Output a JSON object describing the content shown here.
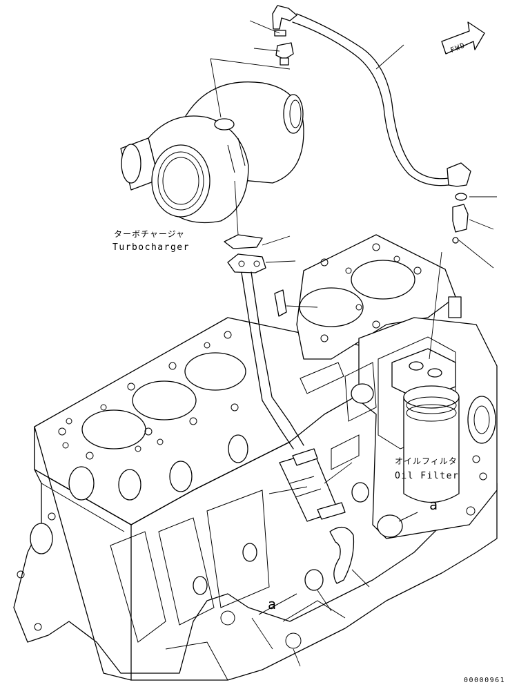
{
  "labels": {
    "fwd": "FWD",
    "turbocharger_jp": "ターボチャージャ",
    "turbocharger_en": "Turbocharger",
    "oil_filter_jp": "オイルフィルタ",
    "oil_filter_en": "Oil Filter",
    "ref_a_right": "a",
    "ref_a_left": "a",
    "drawing_number": "00000961"
  },
  "colors": {
    "line": "#000000",
    "background": "#ffffff"
  }
}
